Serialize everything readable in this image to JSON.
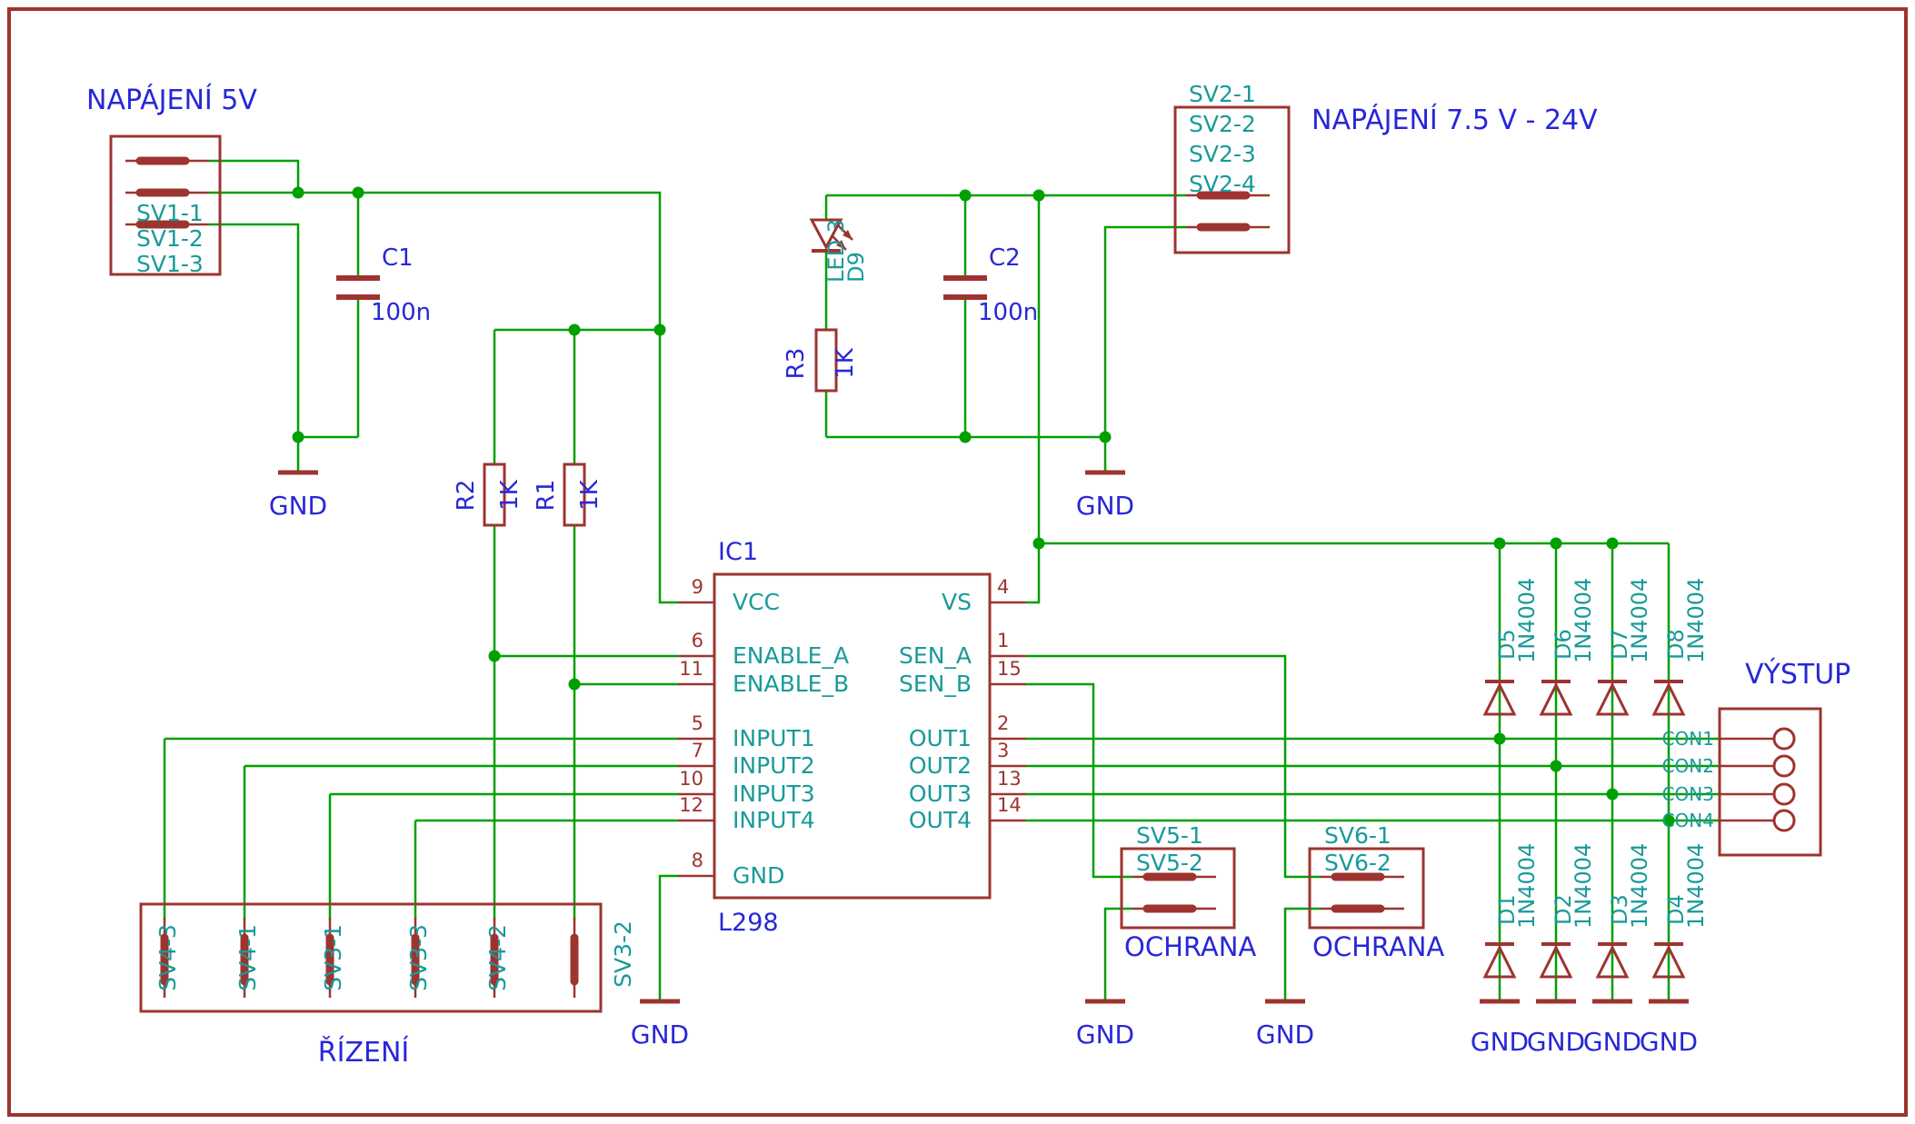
{
  "colors": {
    "background": "#ffffff",
    "wire_green": "#00a000",
    "component_red": "#9d342f",
    "label_blue": "#2727d8",
    "pin_teal": "#199a9a"
  },
  "titles": {
    "power5": "NAPÁJENÍ 5V",
    "power24": "NAPÁJENÍ 7.5 V - 24V",
    "output": "VÝSTUP",
    "control": "ŘÍZENÍ",
    "protect1": "OCHRANA",
    "protect2": "OCHRANA"
  },
  "gnd": "GND",
  "sv1": {
    "pins": [
      "SV1-1",
      "SV1-2",
      "SV1-3"
    ]
  },
  "sv2": {
    "pins": [
      "SV2-1",
      "SV2-2",
      "SV2-3",
      "SV2-4"
    ]
  },
  "sv5": {
    "pins": [
      "SV5-1",
      "SV5-2"
    ]
  },
  "sv6": {
    "pins": [
      "SV6-1",
      "SV6-2"
    ]
  },
  "control_pins": [
    "SV4-3",
    "SV4-1",
    "SV3-1",
    "SV3-3",
    "SV4-2",
    "SV3-2"
  ],
  "output_pins": [
    "CON1",
    "CON2",
    "CON3",
    "CON4"
  ],
  "ic": {
    "name": "IC1",
    "value": "L298",
    "left_pins": [
      {
        "num": "9",
        "name": "VCC"
      },
      {
        "num": "6",
        "name": "ENABLE_A"
      },
      {
        "num": "11",
        "name": "ENABLE_B"
      },
      {
        "num": "5",
        "name": "INPUT1"
      },
      {
        "num": "7",
        "name": "INPUT2"
      },
      {
        "num": "10",
        "name": "INPUT3"
      },
      {
        "num": "12",
        "name": "INPUT4"
      },
      {
        "num": "8",
        "name": "GND"
      }
    ],
    "right_pins": [
      {
        "num": "4",
        "name": "VS"
      },
      {
        "num": "1",
        "name": "SEN_A"
      },
      {
        "num": "15",
        "name": "SEN_B"
      },
      {
        "num": "2",
        "name": "OUT1"
      },
      {
        "num": "3",
        "name": "OUT2"
      },
      {
        "num": "13",
        "name": "OUT3"
      },
      {
        "num": "14",
        "name": "OUT4"
      }
    ]
  },
  "parts": {
    "c1": {
      "name": "C1",
      "value": "100n"
    },
    "c2": {
      "name": "C2",
      "value": "100n"
    },
    "r1": {
      "name": "R1",
      "value": "1K"
    },
    "r2": {
      "name": "R2",
      "value": "1K"
    },
    "r3": {
      "name": "R3",
      "value": "1K"
    },
    "led": {
      "name": "D9",
      "value": "LED 3"
    }
  },
  "diodes_top": [
    {
      "name": "D5",
      "value": "1N4004"
    },
    {
      "name": "D6",
      "value": "1N4004"
    },
    {
      "name": "D7",
      "value": "1N4004"
    },
    {
      "name": "D8",
      "value": "1N4004"
    }
  ],
  "diodes_bottom": [
    {
      "name": "D1",
      "value": "1N4004"
    },
    {
      "name": "D2",
      "value": "1N4004"
    },
    {
      "name": "D3",
      "value": "1N4004"
    },
    {
      "name": "D4",
      "value": "1N4004"
    }
  ]
}
